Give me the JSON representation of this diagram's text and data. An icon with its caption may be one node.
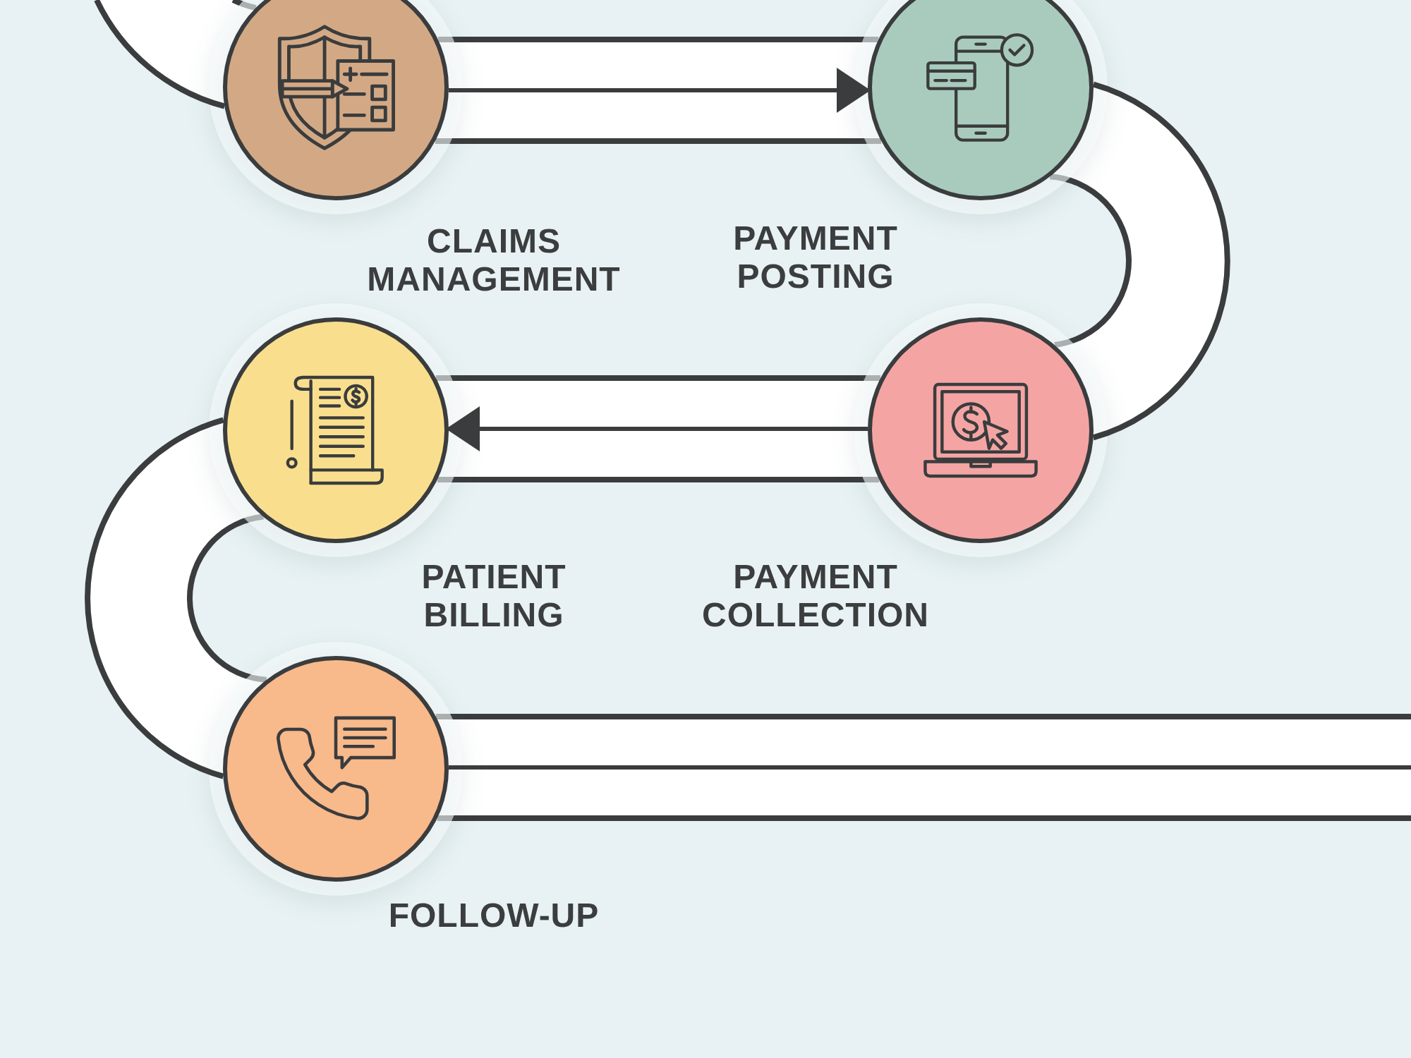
{
  "diagram": {
    "nodes": [
      {
        "text": [],
        "shape": "circle",
        "beside": [
          "CLAIMS MANAGEMENT"
        ]
      },
      {
        "text": [],
        "shape": "circle",
        "beside": [
          "PAYMENT POSTING"
        ]
      },
      {
        "text": [],
        "shape": "circle",
        "beside": [
          "PAYMENT COLLECTION"
        ]
      },
      {
        "text": [],
        "shape": "circle",
        "beside": [
          "PATIENT BILLING"
        ]
      },
      {
        "text": [],
        "shape": "circle",
        "beside": [
          "FOLLOW-UP"
        ]
      }
    ],
    "edges": [
      {
        "from": null,
        "to": 0,
        "arrow": "none"
      },
      {
        "from": 0,
        "to": 1,
        "arrow": "to"
      },
      {
        "from": 1,
        "to": 2,
        "arrow": "none"
      },
      {
        "from": 2,
        "to": 3,
        "arrow": "to"
      },
      {
        "from": 3,
        "to": 4,
        "arrow": "none"
      },
      {
        "from": 4,
        "to": null,
        "arrow": "to"
      }
    ]
  }
}
